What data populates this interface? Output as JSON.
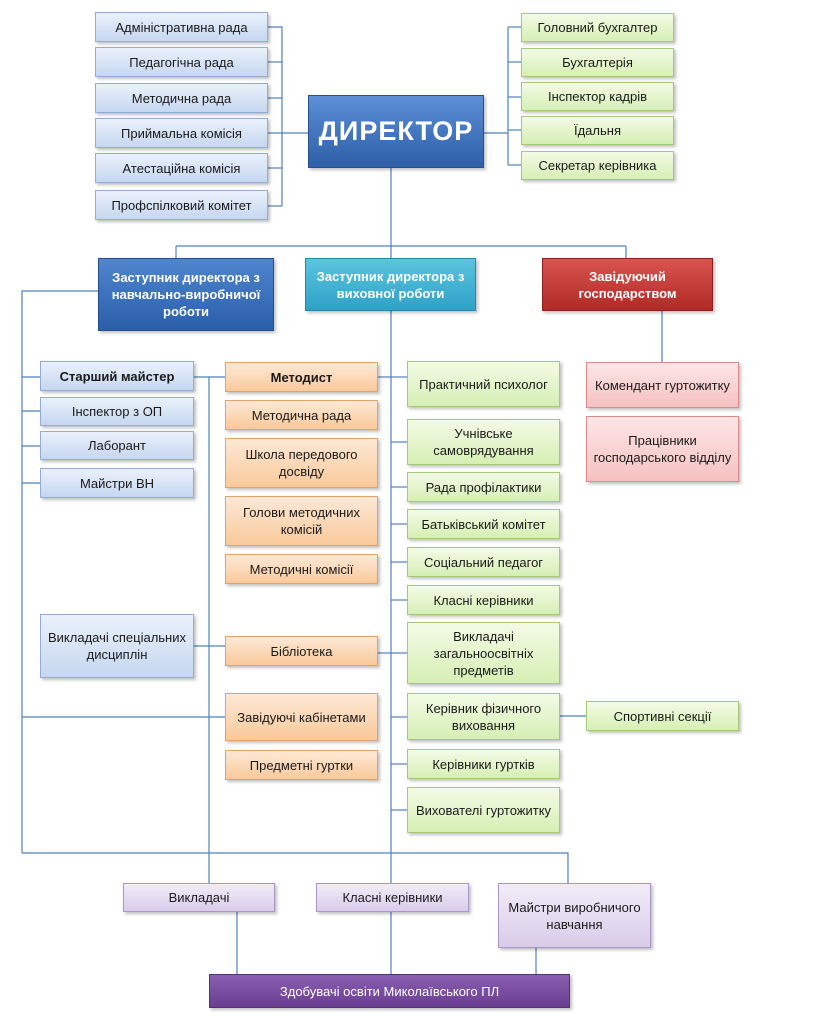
{
  "director": "ДИРЕКТОР",
  "left_councils": [
    "Адміністративна рада",
    "Педагогічна рада",
    "Методична рада",
    "Приймальна комісія",
    "Атестаційна комісія",
    "Профспілковий комітет"
  ],
  "right_services": [
    "Головний бухгалтер",
    "Бухгалтерія",
    "Інспектор кадрів",
    "Їдальня",
    "Секретар керівника"
  ],
  "deputies": {
    "production": "Заступник директора з навчально-виробничої роботи",
    "education": "Заступник директора з виховної роботи",
    "household": "Завідуючий господарством"
  },
  "production_col": [
    "Старший майстер",
    "Інспектор з ОП",
    "Лаборант",
    "Майстри ВН",
    "Викладачі спеціальних дисциплін"
  ],
  "methodist_col": [
    "Методист",
    "Методична рада",
    "Школа передового досвіду",
    "Голови методичних комісій",
    "Методичні комісії",
    "Бібліотека",
    "Завідуючі кабінетами",
    "Предметні гуртки"
  ],
  "education_col": [
    "Практичний психолог",
    "Учнівське самоврядування",
    "Рада профілактики",
    "Батьківський комітет",
    "Соціальний педагог",
    "Класні керівники",
    "Викладачі загальноосвітніх предметів",
    "Керівник фізичного виховання",
    "Керівники гуртків",
    "Вихователі гуртожитку"
  ],
  "sports": "Спортивні секції",
  "household_col": [
    "Комендант гуртожитку",
    "Працівники господарського відділу"
  ],
  "bottom": [
    "Викладачі",
    "Класні керівники",
    "Майстри виробничого навчання"
  ],
  "students": "Здобувачі освіти Миколаївського ПЛ",
  "colors": {
    "line": "#4f81bd",
    "director": "#2e5fa8",
    "deputy_education": "#2ea2c7",
    "household": "#b02a26",
    "students": "#6a3f92"
  }
}
